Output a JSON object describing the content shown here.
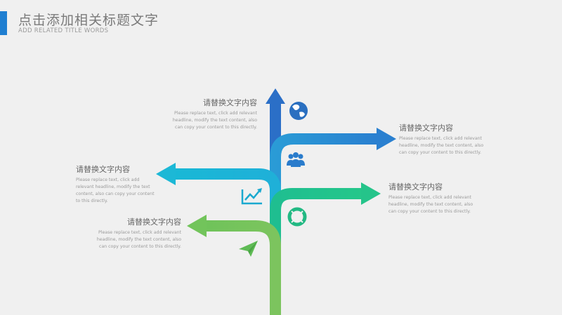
{
  "header": {
    "title": "点击添加相关标题文字",
    "subtitle": "ADD RELATED TITLE WORDS"
  },
  "colors": {
    "accent": "#1f7fd1",
    "arrow_blue_dark": "#2b6fc7",
    "arrow_blue": "#2a8ad8",
    "arrow_cyan": "#1cb4d6",
    "arrow_teal": "#20c08e",
    "arrow_green": "#6cc05a"
  },
  "icons": [
    "globe-icon",
    "people-icon",
    "growth-chart-icon",
    "lifebuoy-icon",
    "paper-plane-icon"
  ],
  "blocks": [
    {
      "heading": "请替换文字内容",
      "body": "Please replace text, click add relevant headline, modify the text content, also can copy your content to this directly."
    },
    {
      "heading": "请替换文字内容",
      "body": "Please replace text, click add relevant headline, modify the text content, also can copy your content to this directly."
    },
    {
      "heading": "请替换文字内容",
      "body": "Please replace text, click add relevant headline, modify the text content, also can copy your content to this directly."
    },
    {
      "heading": "请替换文字内容",
      "body": "Please replace text, click add relevant headline, modify the text content, also can copy your content to this directly."
    },
    {
      "heading": "请替换文字内容",
      "body": "Please replace text, click add relevant headline, modify the text content, also can copy your content to this directly."
    }
  ]
}
